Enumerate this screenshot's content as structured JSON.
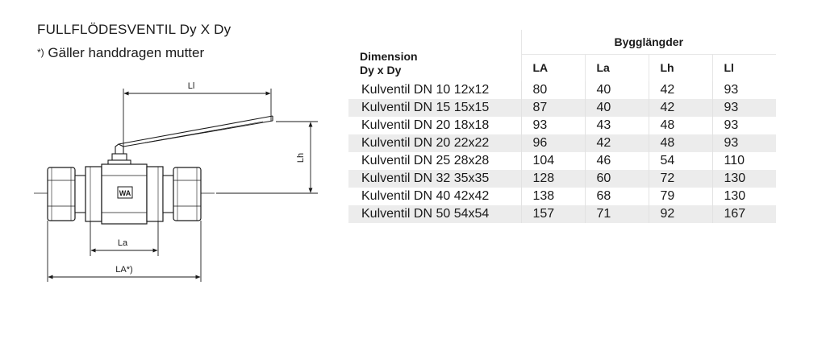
{
  "heading": {
    "title": "FULLFLÖDESVENTIL Dy X Dy",
    "note_marker": "*)",
    "note_text": "Gäller handdragen mutter"
  },
  "drawing": {
    "label_ll": "Ll",
    "label_lh": "Lh",
    "label_la": "La",
    "label_la_total": "LA*)",
    "body_mark": "WA"
  },
  "table": {
    "dimension_header_line1": "Dimension",
    "dimension_header_line2": "Dy x Dy",
    "group_header": "Bygglängder",
    "columns": [
      "LA",
      "La",
      "Lh",
      "Ll"
    ],
    "rows": [
      {
        "name": "Kulventil DN 10 12x12",
        "values": [
          "80",
          "40",
          "42",
          "93"
        ]
      },
      {
        "name": "Kulventil DN 15 15x15",
        "values": [
          "87",
          "40",
          "42",
          "93"
        ]
      },
      {
        "name": "Kulventil DN 20 18x18",
        "values": [
          "93",
          "43",
          "48",
          "93"
        ]
      },
      {
        "name": "Kulventil DN 20 22x22",
        "values": [
          "96",
          "42",
          "48",
          "93"
        ]
      },
      {
        "name": "Kulventil DN 25 28x28",
        "values": [
          "104",
          "46",
          "54",
          "110"
        ]
      },
      {
        "name": "Kulventil DN 32 35x35",
        "values": [
          "128",
          "60",
          "72",
          "130"
        ]
      },
      {
        "name": "Kulventil DN 40 42x42",
        "values": [
          "138",
          "68",
          "79",
          "130"
        ]
      },
      {
        "name": "Kulventil DN 50 54x54",
        "values": [
          "157",
          "71",
          "92",
          "167"
        ]
      }
    ]
  }
}
